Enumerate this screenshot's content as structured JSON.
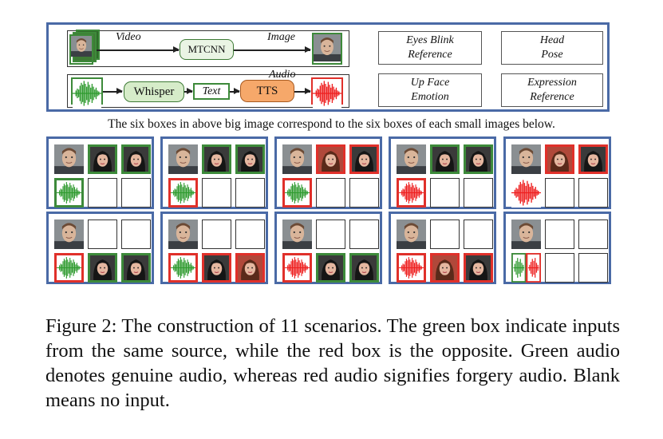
{
  "overview": {
    "video_label": "Video",
    "mtcnn_label": "MTCNN",
    "image_label": "Image",
    "audio_label": "Audio",
    "whisper_label": "Whisper",
    "text_label": "Text",
    "tts_label": "TTS",
    "boxes": [
      "Eyes Blink\nReference",
      "Head\nPose",
      "Up Face\nEmotion",
      "Expression\nReference"
    ]
  },
  "grid_caption": "The six boxes in above big image correspond to the six boxes of each small images below.",
  "scenarios": [
    {
      "row": 1,
      "col": 1,
      "cells": [
        "face-man",
        "face-woman:green",
        "face-woman:green",
        "audio-green:green",
        "blank",
        "blank"
      ]
    },
    {
      "row": 1,
      "col": 2,
      "cells": [
        "face-man",
        "face-woman:green",
        "face-woman:green",
        "audio-green:red",
        "blank",
        "blank"
      ]
    },
    {
      "row": 1,
      "col": 3,
      "cells": [
        "face-man",
        "face-woman2:red",
        "face-woman:red",
        "audio-green:red",
        "blank",
        "blank"
      ]
    },
    {
      "row": 1,
      "col": 4,
      "cells": [
        "face-man",
        "face-woman:green",
        "face-woman:green",
        "audio-red:red",
        "blank",
        "blank"
      ]
    },
    {
      "row": 1,
      "col": 5,
      "cells": [
        "face-man",
        "face-woman2:red",
        "face-woman:red",
        "audio-red:none",
        "blank",
        "blank"
      ]
    },
    {
      "row": 2,
      "col": 1,
      "cells": [
        "face-man",
        "blank",
        "blank",
        "audio-green:red",
        "face-woman:green",
        "face-woman:green"
      ]
    },
    {
      "row": 2,
      "col": 2,
      "cells": [
        "face-man",
        "blank",
        "blank",
        "audio-green:red",
        "face-woman:red",
        "face-woman2:red"
      ]
    },
    {
      "row": 2,
      "col": 3,
      "cells": [
        "face-man",
        "blank",
        "blank",
        "audio-red:red",
        "face-woman:green",
        "face-woman:green"
      ]
    },
    {
      "row": 2,
      "col": 4,
      "cells": [
        "face-man",
        "blank",
        "blank",
        "audio-red:red",
        "face-woman2:red",
        "face-woman:red"
      ]
    },
    {
      "row": 2,
      "col": 5,
      "cells": [
        "face-man",
        "blank",
        "blank",
        "audio-split",
        "blank",
        "blank"
      ]
    }
  ],
  "figure_caption": "Figure 2: The construction of 11 scenarios. The green box indicate inputs from the same source, while the red box is the opposite. Green audio denotes genuine audio, whereas red audio signifies forgery audio. Blank means no input.",
  "colors": {
    "panel_border": "#4a6aa6",
    "same_source": "#3d8a3a",
    "different_source": "#e0302a",
    "genuine_audio": "#2e9a2e",
    "forgery_audio": "#ee1f1f"
  },
  "icons": [
    "face-man-thumbnail",
    "face-woman-thumbnail",
    "waveform-icon"
  ]
}
